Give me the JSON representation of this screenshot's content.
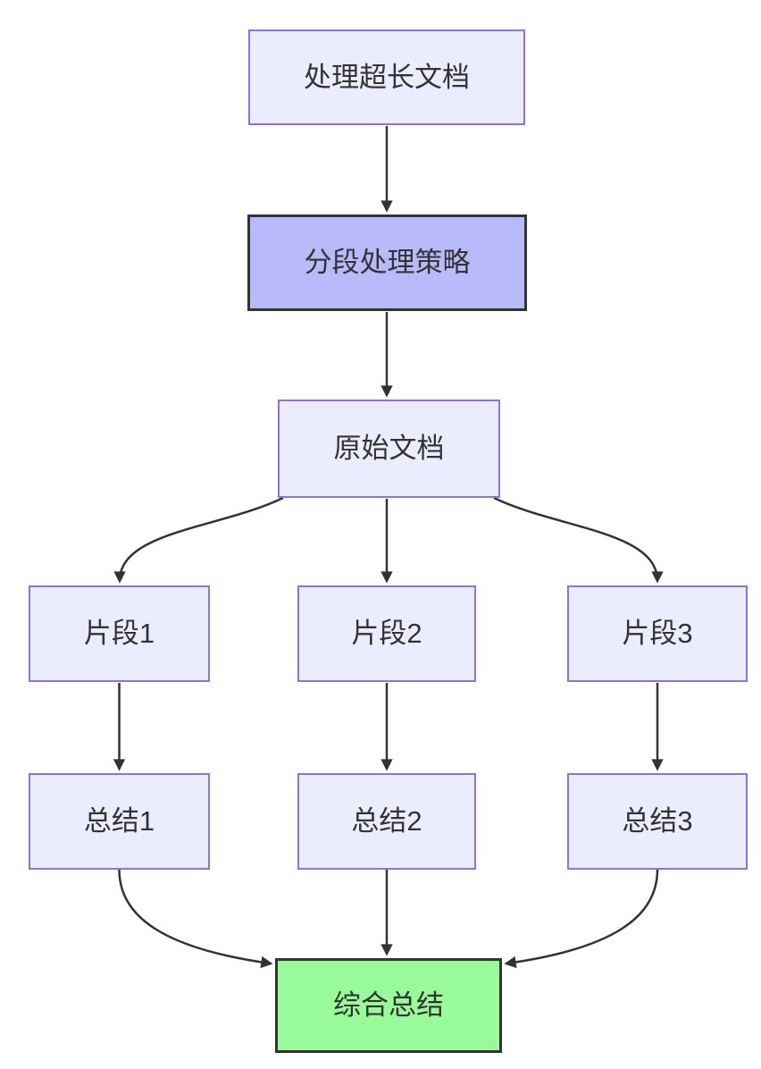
{
  "nodes": {
    "doc": {
      "label": "处理超长文档",
      "style": "default"
    },
    "strategy": {
      "label": "分段处理策略",
      "style": "emphasis"
    },
    "original": {
      "label": "原始文档",
      "style": "default"
    },
    "seg1": {
      "label": "片段1",
      "style": "default"
    },
    "seg2": {
      "label": "片段2",
      "style": "default"
    },
    "seg3": {
      "label": "片段3",
      "style": "default"
    },
    "sum1": {
      "label": "总结1",
      "style": "default"
    },
    "sum2": {
      "label": "总结2",
      "style": "default"
    },
    "sum3": {
      "label": "总结3",
      "style": "default"
    },
    "final": {
      "label": "综合总结",
      "style": "success"
    }
  },
  "edges": [
    {
      "from": "doc",
      "to": "strategy"
    },
    {
      "from": "strategy",
      "to": "original"
    },
    {
      "from": "original",
      "to": "seg1"
    },
    {
      "from": "original",
      "to": "seg2"
    },
    {
      "from": "original",
      "to": "seg3"
    },
    {
      "from": "seg1",
      "to": "sum1"
    },
    {
      "from": "seg2",
      "to": "sum2"
    },
    {
      "from": "seg3",
      "to": "sum3"
    },
    {
      "from": "sum1",
      "to": "final"
    },
    {
      "from": "sum2",
      "to": "final"
    },
    {
      "from": "sum3",
      "to": "final"
    }
  ],
  "colors": {
    "background": "#FFFFFF",
    "node_fill": "#ECECFF",
    "node_border": "#9370DB",
    "emphasis_fill": "#B9BAF9",
    "emphasis_border": "#333333",
    "success_fill": "#99FA99",
    "success_border": "#333333",
    "edge_stroke": "#333333",
    "text": "#333333"
  }
}
